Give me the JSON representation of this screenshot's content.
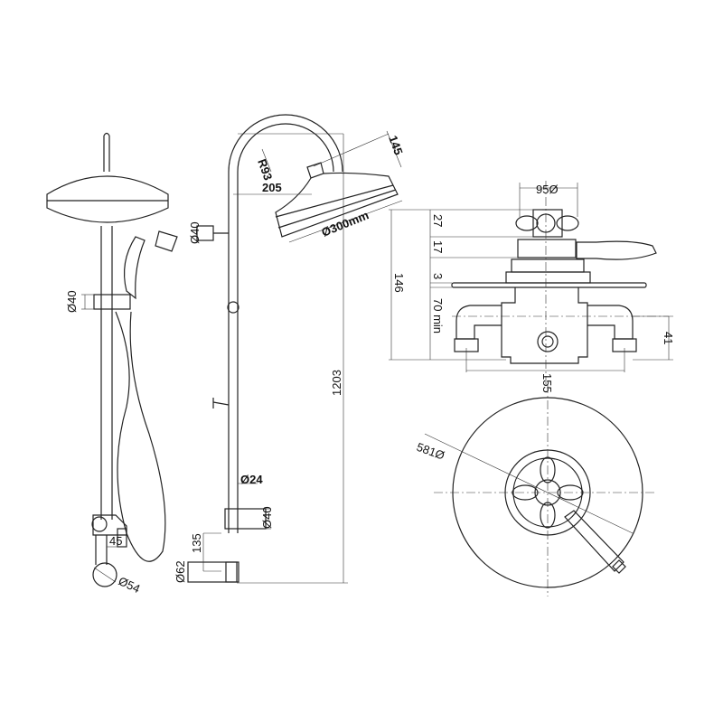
{
  "drawing": {
    "left_view": {
      "rail_bracket_diameter": "Ø40",
      "holder_offset": "45",
      "elbow_diameter": "Ø54"
    },
    "side_view": {
      "arm_radius": "R93",
      "arm_reach": "205",
      "head_depth": "145",
      "head_diameter": "Ø300mm",
      "bracket_diameter": "Ø40",
      "total_height": "1203",
      "riser_diameter": "Ø24",
      "valve_connector_diameter": "Ø40",
      "wall_offset": "135",
      "wall_flange_diameter": "Ø62"
    },
    "valve_side_view": {
      "handle_diameter": "95Ø",
      "handle_height": "27",
      "collar_height": "17",
      "plate_thickness": "3",
      "body_depth": "70 min",
      "total_depth": "146",
      "inlet_offset": "41",
      "inlet_spacing": "155"
    },
    "valve_front_view": {
      "plate_diameter": "581Ø"
    }
  }
}
